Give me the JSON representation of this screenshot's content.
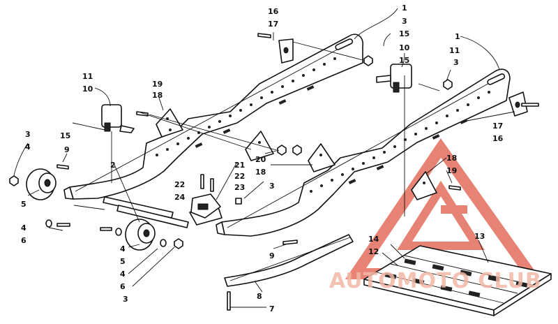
{
  "part_labels": [
    {
      "id": "l1a",
      "text": "1"
    },
    {
      "id": "l1b",
      "text": "1"
    },
    {
      "id": "l2",
      "text": "2"
    },
    {
      "id": "l3a",
      "text": "3"
    },
    {
      "id": "l3b",
      "text": "3"
    },
    {
      "id": "l3c",
      "text": "3"
    },
    {
      "id": "l3d",
      "text": "3"
    },
    {
      "id": "l3e",
      "text": "3"
    },
    {
      "id": "l4a",
      "text": "4"
    },
    {
      "id": "l4b",
      "text": "4"
    },
    {
      "id": "l4c",
      "text": "4"
    },
    {
      "id": "l4d",
      "text": "4"
    },
    {
      "id": "l5a",
      "text": "5"
    },
    {
      "id": "l5b",
      "text": "5"
    },
    {
      "id": "l6a",
      "text": "6"
    },
    {
      "id": "l6b",
      "text": "6"
    },
    {
      "id": "l7",
      "text": "7"
    },
    {
      "id": "l8",
      "text": "8"
    },
    {
      "id": "l9a",
      "text": "9"
    },
    {
      "id": "l9b",
      "text": "9"
    },
    {
      "id": "l10a",
      "text": "10"
    },
    {
      "id": "l10b",
      "text": "10"
    },
    {
      "id": "l11a",
      "text": "11"
    },
    {
      "id": "l11b",
      "text": "11"
    },
    {
      "id": "l12",
      "text": "12"
    },
    {
      "id": "l13",
      "text": "13"
    },
    {
      "id": "l14",
      "text": "14"
    },
    {
      "id": "l15a",
      "text": "15"
    },
    {
      "id": "l15b",
      "text": "15"
    },
    {
      "id": "l15c",
      "text": "15"
    },
    {
      "id": "l16a",
      "text": "16"
    },
    {
      "id": "l16b",
      "text": "16"
    },
    {
      "id": "l17a",
      "text": "17"
    },
    {
      "id": "l17b",
      "text": "17"
    },
    {
      "id": "l18a",
      "text": "18"
    },
    {
      "id": "l18b",
      "text": "18"
    },
    {
      "id": "l18c",
      "text": "18"
    },
    {
      "id": "l19a",
      "text": "19"
    },
    {
      "id": "l19b",
      "text": "19"
    },
    {
      "id": "l20",
      "text": "20"
    },
    {
      "id": "l21",
      "text": "21"
    },
    {
      "id": "l22a",
      "text": "22"
    },
    {
      "id": "l22b",
      "text": "22"
    },
    {
      "id": "l23",
      "text": "23"
    },
    {
      "id": "l24",
      "text": "24"
    }
  ],
  "watermark": {
    "text": "AUTOMOTO CLUB",
    "color": "#e05a48"
  }
}
